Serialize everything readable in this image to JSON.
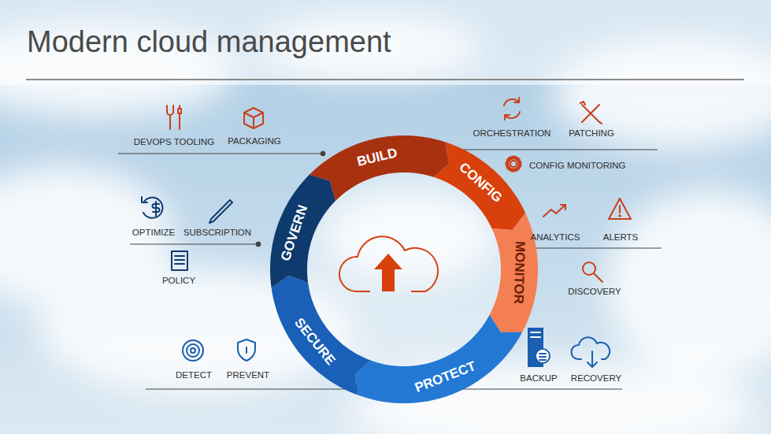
{
  "diagram": {
    "title": "Modern cloud management",
    "nodes": [
      {
        "text": [
          "BUILD"
        ]
      },
      {
        "text": [
          "CONFIG"
        ]
      },
      {
        "text": [
          "MONITOR"
        ]
      },
      {
        "text": [
          "PROTECT"
        ]
      },
      {
        "text": [
          "SECURE"
        ]
      },
      {
        "text": [
          "GOVERN"
        ]
      }
    ],
    "labels": [
      "DEVOPS TOOLING",
      "PACKAGING",
      "ORCHESTRATION",
      "PATCHING",
      "CONFIG MONITORING",
      "OPTIMIZE",
      "SUBSCRIPTION",
      "ANALYTICS",
      "ALERTS",
      "POLICY",
      "DISCOVERY",
      "DETECT",
      "PREVENT",
      "BACKUP",
      "RECOVERY"
    ]
  }
}
